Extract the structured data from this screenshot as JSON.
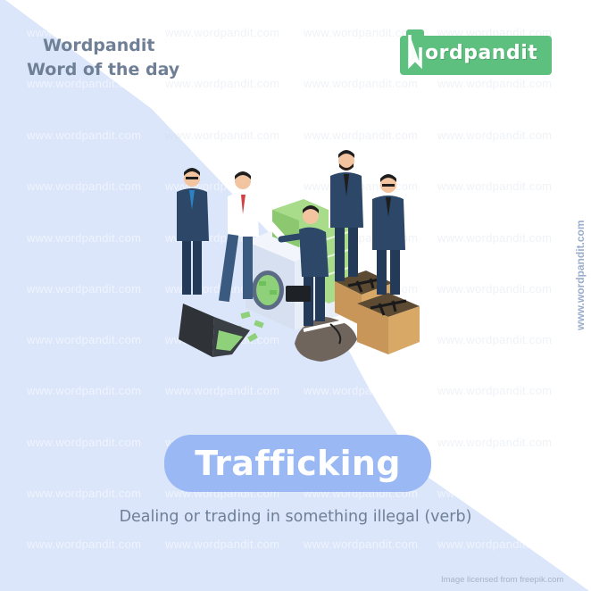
{
  "header": {
    "brand_name": "Wordpandit",
    "subtitle": "Word of the day"
  },
  "logo": {
    "letter": "W",
    "text": "ordpandit",
    "color": "#5dc07e"
  },
  "main": {
    "word": "Trafficking",
    "definition": "Dealing or trading in something illegal (verb)",
    "pill_color": "#9ab8f4"
  },
  "watermark": {
    "text": "www.wordpandit.com",
    "vertical_text": "www.wordpandit.com"
  },
  "illustration": {
    "description": "Isometric scene: men in suits shaking hands over washing machine full of cash, stacks of money, open briefcase with cash, duffel bag, wooden crates of guns"
  },
  "footer": {
    "credit": "Image licensed from freepik.com"
  },
  "colors": {
    "background_blue": "#dbe6fa",
    "text_gray_blue": "#6e7f96"
  }
}
